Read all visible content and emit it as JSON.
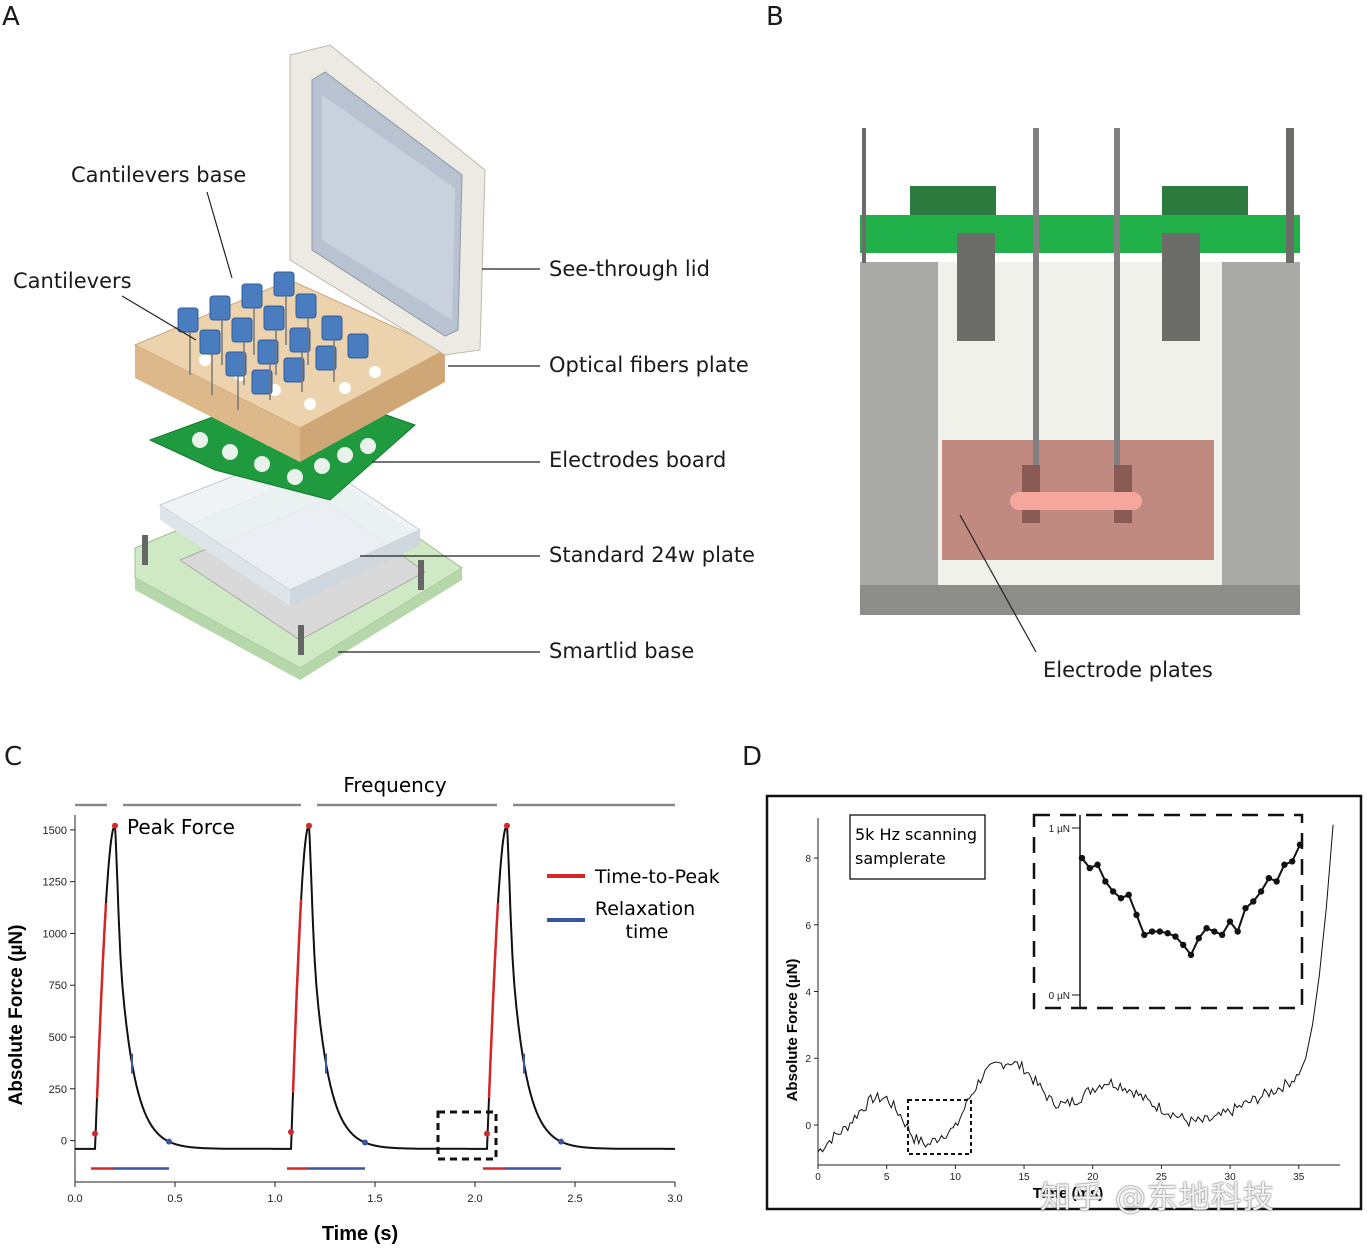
{
  "panels": {
    "a": {
      "letter": "A",
      "labels": [
        "Cantilevers base",
        "Cantilevers",
        "See-through lid",
        "Optical fibers plate",
        "Electrodes board",
        "Standard 24w plate",
        "Smartlid base"
      ]
    },
    "b": {
      "letter": "B",
      "labels": [
        "Electrode plates"
      ]
    },
    "c": {
      "letter": "C",
      "frequency_label": "Frequency",
      "peak_label": "Peak Force",
      "legend": [
        "Time-to-Peak",
        "Relaxation",
        "time"
      ]
    },
    "d": {
      "letter": "D",
      "note_line1": "5k Hz scanning",
      "note_line2": "samplerate",
      "inset_top": "1 µN",
      "inset_bottom": "0 µN"
    }
  },
  "colors": {
    "time_to_peak": "#d62728",
    "relaxation": "#3a55a4",
    "trace": "#111111",
    "green_board": "#22b04b",
    "lid": "#e6e4dc",
    "fibers_plate": "#e7c9a0",
    "cantilevers": "#4a7cc0"
  },
  "watermark": "知乎 @东地科技",
  "chart_data": [
    {
      "type": "line",
      "panel": "C",
      "xlabel": "Time (s)",
      "ylabel": "Absolute Force (µN)",
      "xlim": [
        0,
        3.0
      ],
      "ylim": [
        -200,
        1620
      ],
      "xticks": [
        "0.0",
        "0.5",
        "1.0",
        "1.5",
        "2.0",
        "2.5",
        "3.0"
      ],
      "yticks": [
        "0",
        "250",
        "500",
        "750",
        "1000",
        "1250",
        "1500"
      ],
      "baseline": -40,
      "peaks": [
        {
          "onset": 0.1,
          "peak_time": 0.2,
          "peak": 1520,
          "relax_end": 0.47
        },
        {
          "onset": 1.08,
          "peak_time": 1.17,
          "peak": 1520,
          "relax_end": 1.45
        },
        {
          "onset": 2.06,
          "peak_time": 2.16,
          "peak": 1520,
          "relax_end": 2.43
        }
      ]
    },
    {
      "type": "line",
      "panel": "D",
      "xlabel": "Time (ms)",
      "ylabel": "Absolute Force (µN)",
      "xlim": [
        0,
        38
      ],
      "ylim": [
        -1.2,
        9.2
      ],
      "xticks": [
        "0",
        "5",
        "10",
        "15",
        "20",
        "25",
        "30",
        "35"
      ],
      "yticks": [
        "0",
        "2",
        "4",
        "6",
        "8"
      ],
      "x": [
        0,
        1,
        2,
        3,
        4,
        5,
        6,
        7,
        8,
        9,
        10,
        11,
        12,
        13,
        14,
        15,
        16,
        17,
        18,
        19,
        20,
        21,
        22,
        23,
        24,
        25,
        26,
        27,
        28,
        29,
        30,
        31,
        32,
        33,
        34,
        35,
        35.5,
        36,
        36.5,
        37,
        37.5
      ],
      "y": [
        -0.8,
        -0.4,
        -0.1,
        0.4,
        0.8,
        0.8,
        0.3,
        -0.4,
        -0.6,
        -0.3,
        -0.1,
        0.8,
        1.5,
        1.8,
        1.9,
        1.7,
        1.2,
        0.7,
        0.6,
        0.8,
        1.1,
        1.3,
        1.2,
        1.0,
        0.7,
        0.5,
        0.3,
        0.1,
        0.1,
        0.2,
        0.4,
        0.6,
        0.8,
        1.0,
        1.2,
        1.5,
        2.0,
        3.0,
        4.5,
        6.5,
        9.0
      ]
    },
    {
      "type": "line",
      "panel": "D-inset",
      "ylim": [
        0,
        1
      ],
      "x": [
        0,
        1,
        2,
        3,
        4,
        5,
        6,
        7,
        8,
        9,
        10,
        11,
        12,
        13,
        14,
        15,
        16,
        17,
        18,
        19,
        20,
        21,
        22,
        23,
        24,
        25,
        26,
        27,
        28
      ],
      "y": [
        0.82,
        0.76,
        0.78,
        0.68,
        0.62,
        0.58,
        0.6,
        0.48,
        0.36,
        0.38,
        0.38,
        0.37,
        0.35,
        0.3,
        0.24,
        0.34,
        0.4,
        0.38,
        0.36,
        0.44,
        0.38,
        0.52,
        0.56,
        0.62,
        0.7,
        0.68,
        0.78,
        0.8,
        0.9
      ]
    }
  ]
}
